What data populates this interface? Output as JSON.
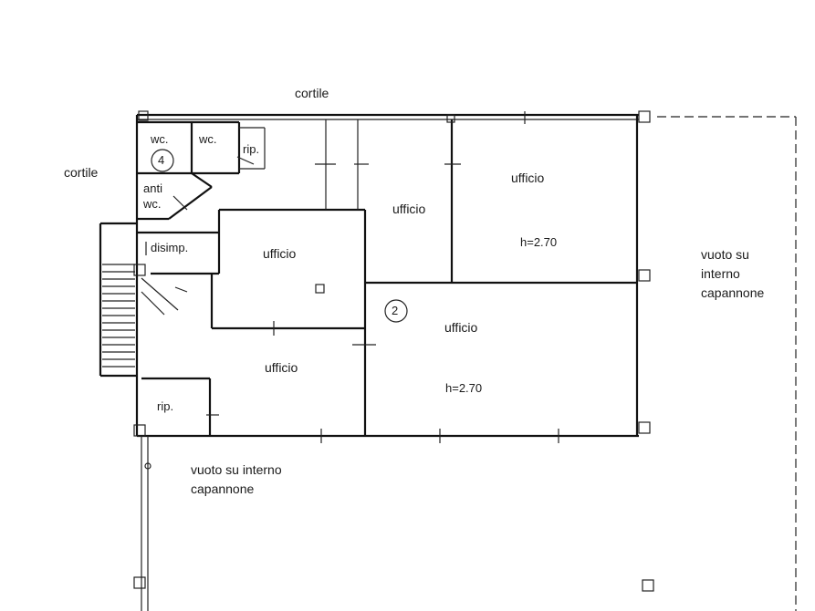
{
  "labels": {
    "cortile_top": "cortile",
    "cortile_left": "cortile",
    "wc_1": "wc.",
    "wc_2": "wc.",
    "rip_top": "rip.",
    "room_number_4": "4",
    "anti_wc_line1": "anti",
    "anti_wc_line2": "wc.",
    "disimp": "disimp.",
    "ufficio_center": "ufficio",
    "ufficio_mid": "ufficio",
    "ufficio_top_right": "ufficio",
    "height_top_right": "h=2.70",
    "room_number_2": "2",
    "ufficio_right": "ufficio",
    "height_right": "h=2.70",
    "ufficio_bottom_left": "ufficio",
    "rip_bottom": "rip.",
    "vuoto_right_line1": "vuoto su",
    "vuoto_right_line2": "interno",
    "vuoto_right_line3": "capannone",
    "vuoto_bottom_line1": "vuoto su interno",
    "vuoto_bottom_line2": "capannone"
  }
}
